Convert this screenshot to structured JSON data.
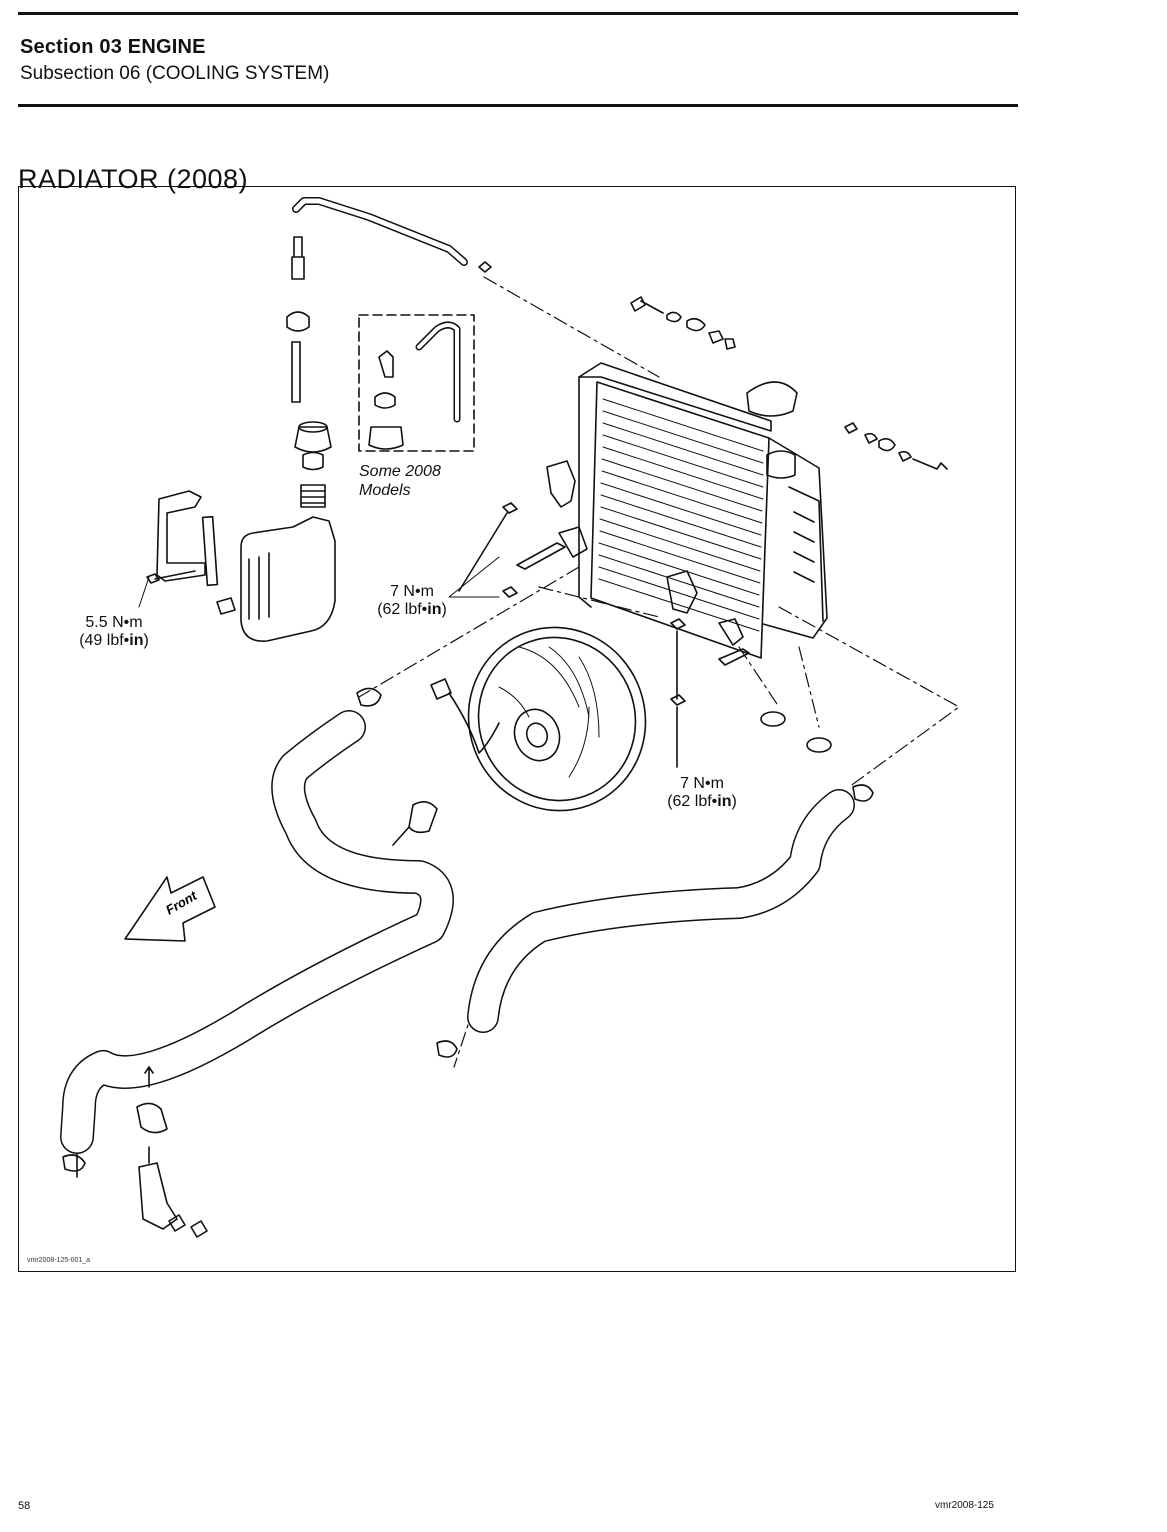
{
  "header": {
    "section": "Section 03 ENGINE",
    "subsection": "Subsection 06 (COOLING SYSTEM)"
  },
  "page_title": "RADIATOR (2008)",
  "figure": {
    "annotation_some_models_line1": "Some 2008",
    "annotation_some_models_line2": "Models",
    "torque_tank_nm": "5.5 N•m",
    "torque_tank_imp_prefix": "(49 lbf•",
    "torque_tank_imp_unit": "in",
    "torque_tank_imp_suffix": ")",
    "torque_upper_nm": "7 N•m",
    "torque_upper_imp_prefix": "(62 lbf•",
    "torque_upper_imp_unit": "in",
    "torque_upper_imp_suffix": ")",
    "torque_lower_nm": "7 N•m",
    "torque_lower_imp_prefix": "(62 lbf•",
    "torque_lower_imp_unit": "in",
    "torque_lower_imp_suffix": ")",
    "front_label": "Front",
    "figure_id": "vmr2008-125-001_a"
  },
  "footer": {
    "page_number": "58",
    "doc_id": "vmr2008-125"
  }
}
